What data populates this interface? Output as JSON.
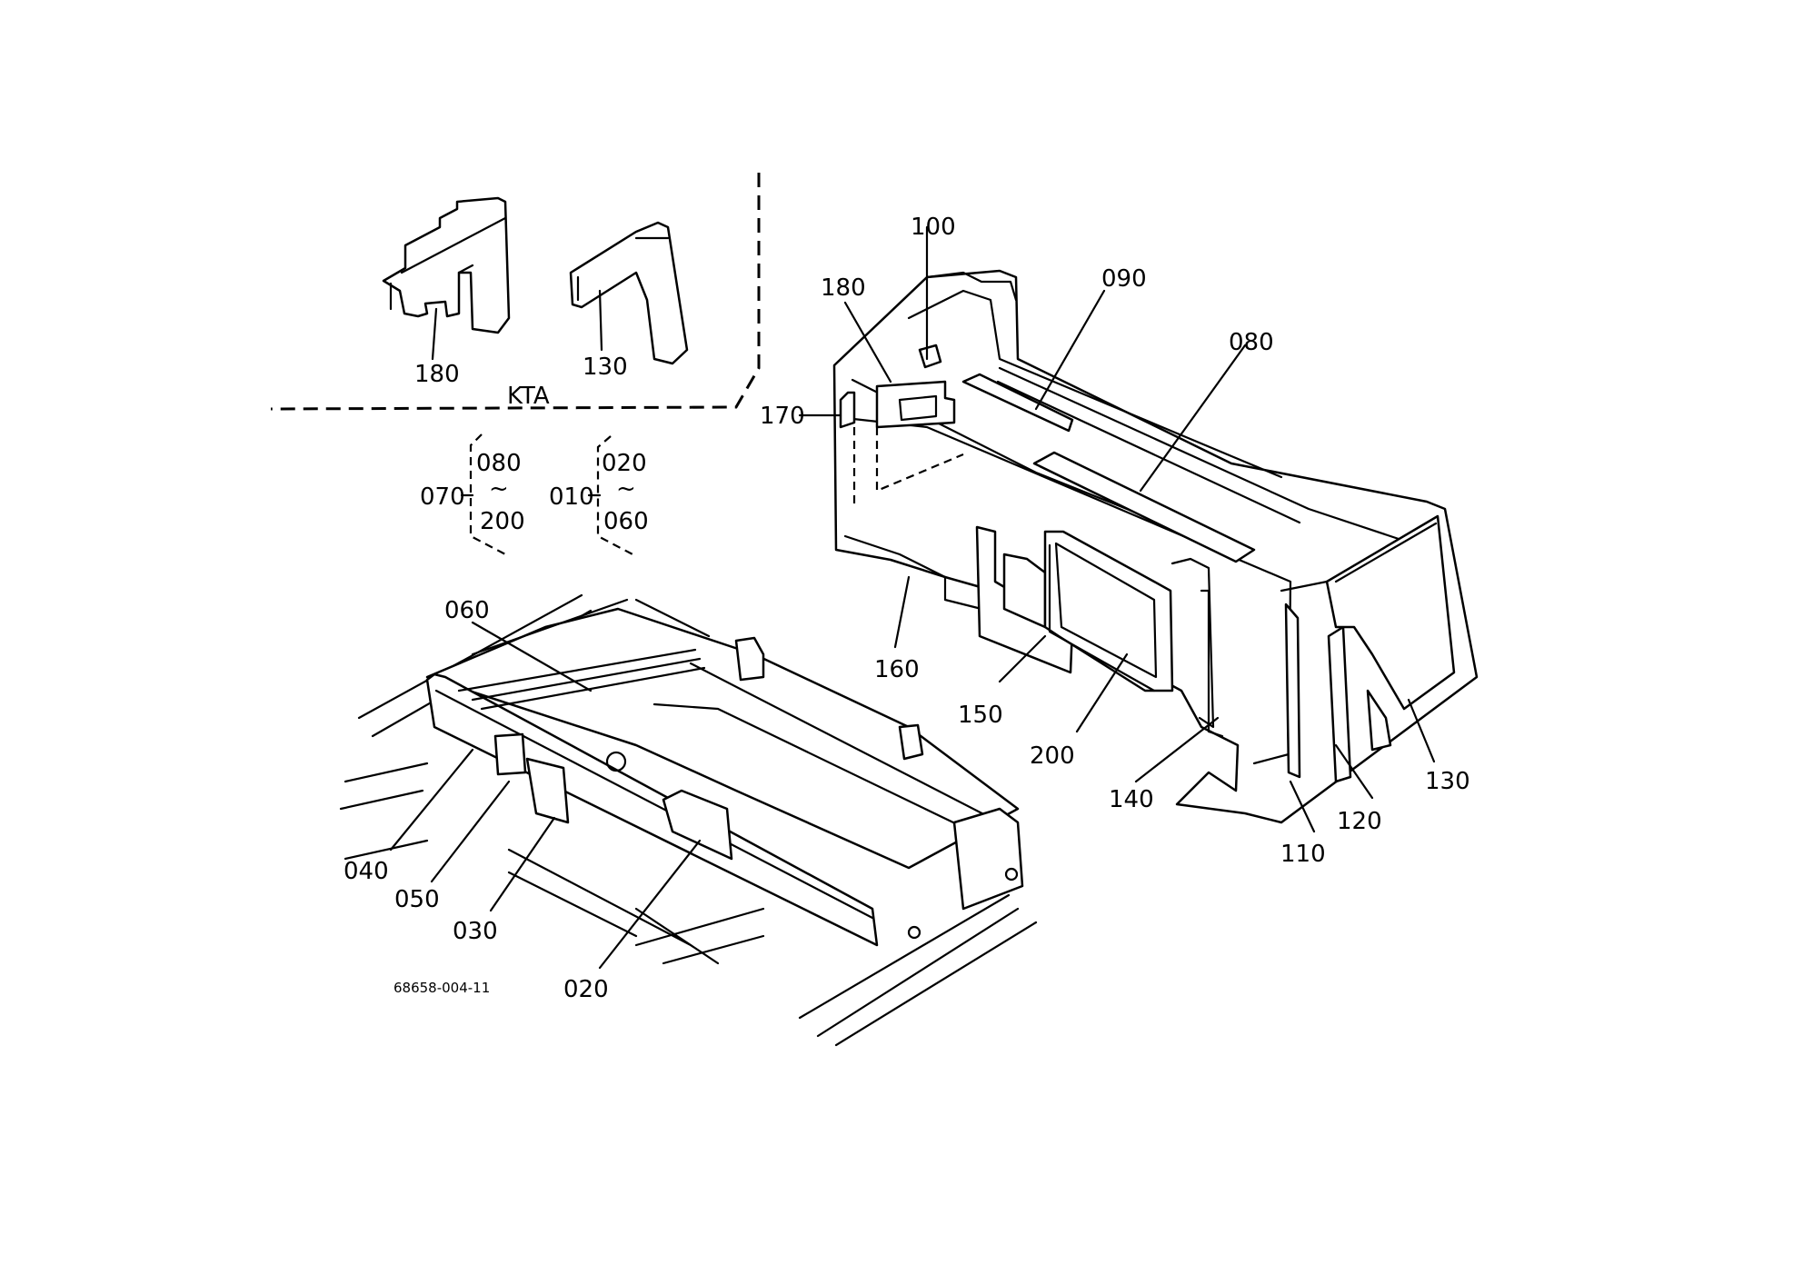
{
  "diagram": {
    "inset_label": "KTA",
    "drawing_number": "68658-004-11",
    "group_070": {
      "parent": "070",
      "from": "080",
      "sep": "~",
      "to": "200"
    },
    "group_010": {
      "parent": "010",
      "from": "020",
      "sep": "~",
      "to": "060"
    },
    "callouts": {
      "kta_180": "180",
      "kta_130": "130",
      "c100": "100",
      "c180": "180",
      "c090": "090",
      "c080": "080",
      "c170": "170",
      "c160": "160",
      "c150": "150",
      "c200": "200",
      "c140": "140",
      "c110": "110",
      "c120": "120",
      "c130": "130",
      "c060": "060",
      "c040": "040",
      "c050": "050",
      "c030": "030",
      "c020": "020"
    }
  }
}
